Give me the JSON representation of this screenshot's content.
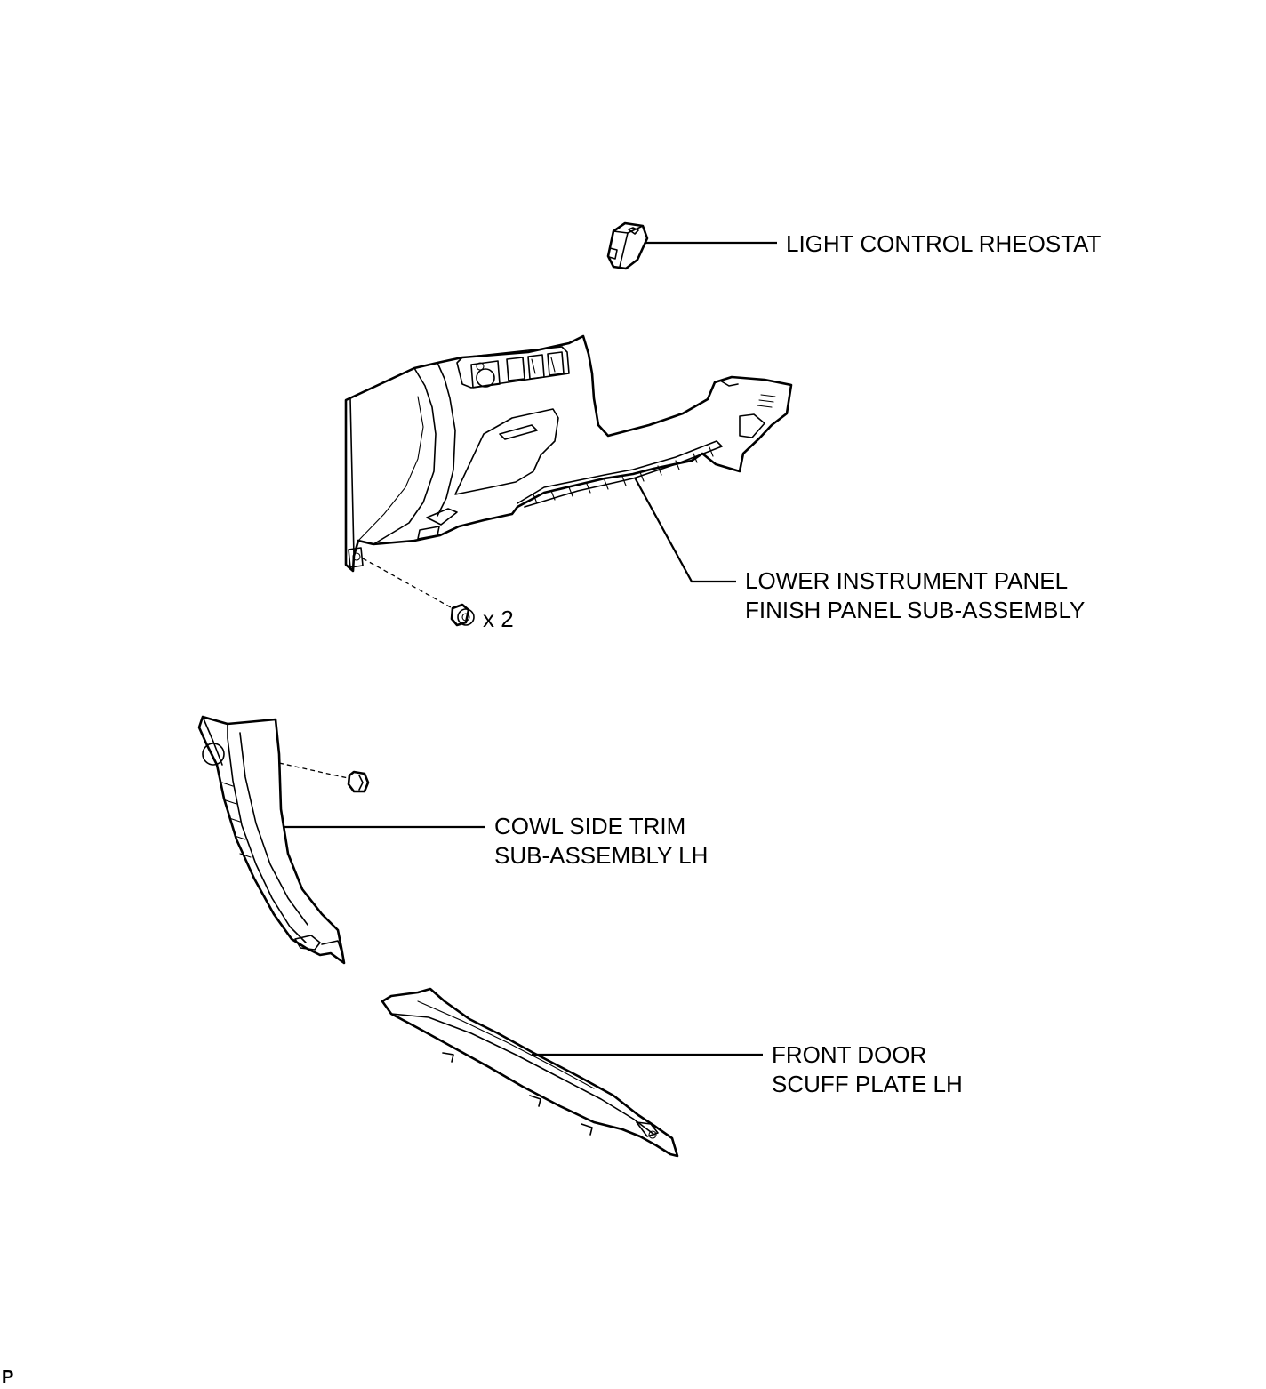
{
  "parts": {
    "light_control_rheostat": {
      "label": "LIGHT CONTROL RHEOSTAT"
    },
    "lower_instrument_panel": {
      "label_line1": "LOWER INSTRUMENT PANEL",
      "label_line2": "FINISH PANEL SUB-ASSEMBLY"
    },
    "bolt": {
      "quantity": "x 2"
    },
    "cowl_side_trim": {
      "label_line1": "COWL SIDE TRIM",
      "label_line2": "SUB-ASSEMBLY LH"
    },
    "front_door_scuff_plate": {
      "label_line1": "FRONT DOOR",
      "label_line2": "SCUFF PLATE LH"
    }
  },
  "corner_mark": "P"
}
